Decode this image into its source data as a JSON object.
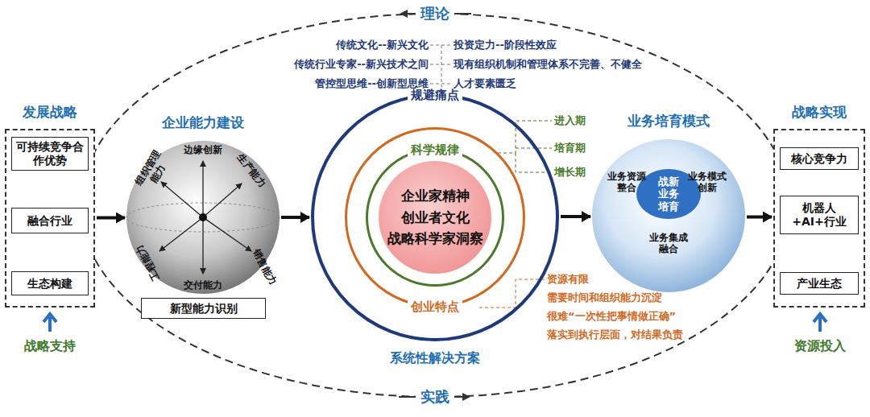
{
  "diagram": {
    "nodes": [
      {
        "text": [
          "发展战略"
        ]
      },
      {
        "text": [
          "可持续竞争合作优势"
        ],
        "in": 0
      },
      {
        "text": [
          "融合行业"
        ],
        "in": 0
      },
      {
        "text": [
          "生态构建"
        ],
        "in": 0
      },
      {
        "text": [
          "企业能力建设"
        ]
      },
      {
        "text": [
          "新型能力识别"
        ]
      },
      {
        "text": [
          "规避痛点"
        ]
      },
      {
        "text": [
          "创业特点"
        ],
        "in": 6
      },
      {
        "text": [
          "科学规律"
        ],
        "in": 7
      },
      {
        "text": [
          "企业家精神",
          "创业者文化",
          "战略科学家洞察"
        ],
        "in": 8
      },
      {
        "text": [
          "业务培育模式"
        ]
      },
      {
        "text": [
          "战新业务培育"
        ],
        "in": 10
      },
      {
        "text": [
          "战略实现"
        ]
      },
      {
        "text": [
          "核心竞争力"
        ],
        "in": 12
      },
      {
        "text": [
          "机器人+AI+行业"
        ],
        "in": 12
      },
      {
        "text": [
          "产业生态"
        ],
        "in": 12
      }
    ],
    "edges": [
      {
        "from": 1,
        "to": 2,
        "arrow": "to"
      },
      {
        "from": 2,
        "to": 3,
        "arrow": "to"
      },
      {
        "from": 0,
        "to": 4,
        "arrow": "to"
      },
      {
        "from": 4,
        "to": 6,
        "arrow": "to"
      },
      {
        "from": 6,
        "to": 10,
        "arrow": "to"
      },
      {
        "from": 10,
        "to": 12,
        "arrow": "to"
      },
      {
        "from": 13,
        "to": 14,
        "arrow": "to"
      },
      {
        "from": 14,
        "to": 15,
        "arrow": "to"
      }
    ],
    "labels": [
      "理论",
      "实践",
      "战略支持",
      "资源投入",
      "边缘创新",
      "生产能力",
      "销售能力",
      "交付能力",
      "工程能力",
      "组织管理能力",
      "传统文化--新兴文化",
      "传统行业专家--新兴技术之间",
      "管控型思维--创新型思维",
      "投资定力--阶段性效应",
      "现有组织机制和管理体系不完善、不健全",
      "人才要素匮乏",
      "进入期",
      "培育期",
      "增长期",
      "资源有限",
      "需要时间和组织能力沉淀",
      "很难“一次性把事情做正确”",
      "落实到执行层面，对结果负责",
      "系统性解决方案",
      "业务资源整合",
      "业务模式创新",
      "业务集成融合"
    ]
  }
}
